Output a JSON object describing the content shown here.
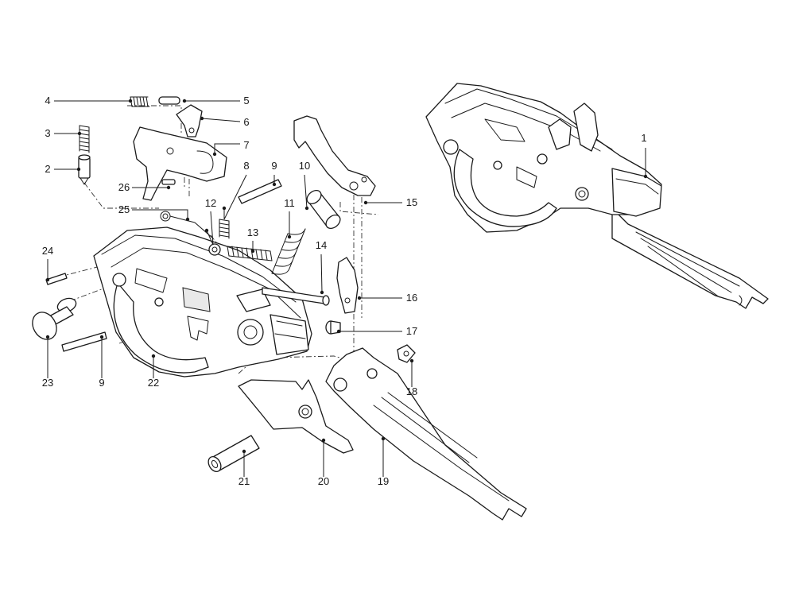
{
  "diagram": {
    "callouts": [
      "1",
      "2",
      "3",
      "4",
      "5",
      "6",
      "7",
      "8",
      "9",
      "10",
      "11",
      "12",
      "13",
      "14",
      "15",
      "16",
      "17",
      "18",
      "19",
      "20",
      "21",
      "22",
      "23",
      "24",
      "25",
      "26",
      "9"
    ]
  }
}
